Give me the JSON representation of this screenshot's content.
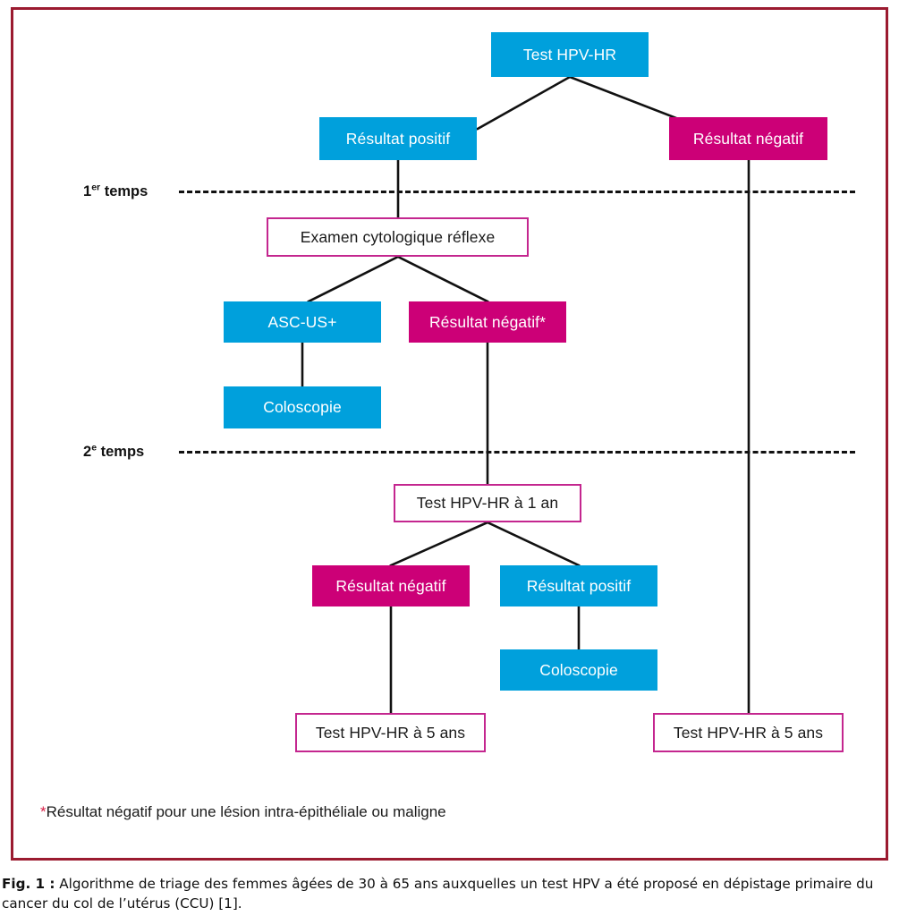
{
  "figure": {
    "frame_color": "#9b1b30",
    "colors": {
      "blue": "#00a0dc",
      "magenta": "#cc0077",
      "outline_border": "#c4268f",
      "connector": "#111111",
      "asterisk": "#d81f46"
    },
    "phases": [
      {
        "id": "phase-1",
        "label_number": "1",
        "label_sup": "er",
        "label_word": " temps"
      },
      {
        "id": "phase-2",
        "label_number": "2",
        "label_sup": "e",
        "label_word": " temps"
      }
    ],
    "nodes": {
      "hpv_test": "Test HPV-HR",
      "positive_1": "Résultat positif",
      "negative_1": "Résultat négatif",
      "reflex_cytology": "Examen cytologique réflexe",
      "ascus_plus": "ASC-US+",
      "negative_reflex": "Résultat négatif*",
      "colposcopy_1": "Coloscopie",
      "hpv_test_1y": "Test HPV-HR à 1 an",
      "negative_2": "Résultat négatif",
      "positive_2": "Résultat positif",
      "colposcopy_2": "Coloscopie",
      "hpv_test_5y_left": "Test HPV-HR à 5 ans",
      "hpv_test_5y_right": "Test HPV-HR à 5 ans"
    },
    "footnote": {
      "marker": "*",
      "text": "Résultat négatif pour une lésion intra-épithéliale ou maligne"
    },
    "caption": {
      "label": "Fig. 1 :",
      "text": " Algorithme de triage des femmes âgées de 30 à 65 ans auxquelles un test HPV a été proposé en dépistage primaire du cancer du col de l’utérus (CCU) [1]."
    }
  }
}
